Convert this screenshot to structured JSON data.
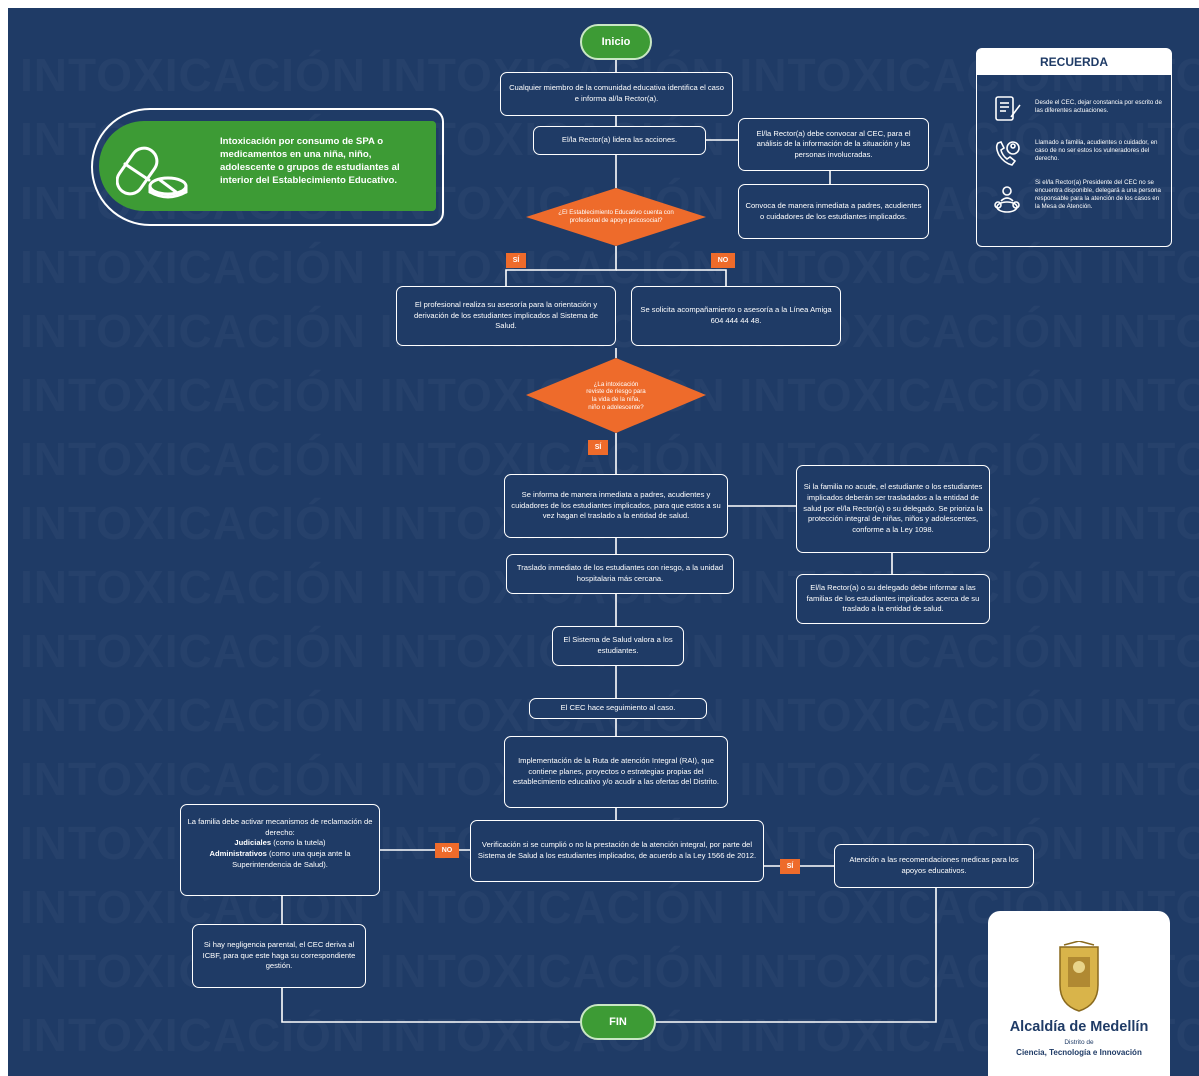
{
  "watermark": {
    "text": "INTOXICACIÓN INTOXICACIÓN INTOXICACIÓN INTOXICACIÓN INTOXICACIÓN"
  },
  "start": "Inicio",
  "end": "FIN",
  "case_title": "Intoxicación por consumo de SPA o medicamentos en una niña, niño, adolescente o grupos de estudiantes al interior del Establecimiento Educativo.",
  "steps": {
    "report": "Cualquier miembro de la comunidad educativa identifica el caso e informa al/la Rector(a).",
    "leads": "El/la Rector(a) lidera las acciones.",
    "convene_cec": "El/la Rector(a) debe convocar al CEC, para el análisis de la información de la situación y las personas involucradas.",
    "convene_parents": "Convoca de manera inmediata a padres, acudientes o cuidadores de los estudiantes implicados.",
    "professional": "El profesional realiza su asesoría para la orientación y derivación de los estudiantes implicados al Sistema de Salud.",
    "linea_amiga": "Se solicita acompañamiento o asesoría a la Línea Amiga 604 444 44 48.",
    "inform_parents": "Se informa de manera inmediata a padres, acudientes y cuidadores de los estudiantes implicados, para que estos a su vez hagan el traslado a la entidad de salud.",
    "family_absent": "Si la familia no acude, el estudiante o los estudiantes implicados deberán ser trasladados a la entidad de salud por el/la Rector(a) o su delegado. Se prioriza la protección integral de niñas, niños y adolescentes, conforme a la Ley 1098.",
    "transfer": "Traslado inmediato de los estudiantes con riesgo, a la unidad hospitalaria más cercana.",
    "inform_families": "El/la Rector(a) o su delegado debe informar a las familias de los estudiantes implicados acerca de su traslado a la entidad de salud.",
    "health_system": "El Sistema de Salud valora a los estudiantes.",
    "follow_up": "El CEC hace seguimiento al caso.",
    "rai": "Implementación de la Ruta de atención Integral (RAI), que contiene planes, proyectos o estrategias propias del establecimiento educativo y/o acudir a las ofertas del Distrito.",
    "verification": "Verificación si se cumplió o no la prestación de la atención integral, por parte del Sistema de Salud a los estudiantes implicados, de acuerdo a la Ley 1566 de 2012.",
    "attention": "Atención a las recomendaciones medicas para los apoyos educativos.",
    "family_claim_pre": "La familia debe activar mecanismos de reclamación de derecho:",
    "family_claim_judicial": "Judiciales",
    "family_claim_judicial_note": "(como la tutela)",
    "family_claim_admin": "Administrativos",
    "family_claim_admin_note": "(como una queja ante la Superintendencia de Salud).",
    "negligence": "Si hay negligencia parental, el CEC deriva al ICBF, para que este haga su correspondiente gestión."
  },
  "decisions": {
    "psychosocial": "¿El Establecimiento Educativo cuenta con profesional de apoyo psicosocial?",
    "risk": "¿La intoxicación reviste de riesgo para la vida de la niña, niño o adolescente?"
  },
  "labels": {
    "yes": "SÍ",
    "no": "NO"
  },
  "recuerda": {
    "title": "RECUERDA",
    "items": [
      {
        "icon": "document-pen-icon",
        "text": "Desde el CEC, dejar constancia por escrito de las diferentes actuaciones."
      },
      {
        "icon": "phone-call-icon",
        "text": "Llamado a familia, acudientes o cuidador, en caso de no ser estos los vulneradores del derecho."
      },
      {
        "icon": "team-delegate-icon",
        "text": "Si el/la Rector(a) Presidente del CEC no se encuentra disponible, delegará a una persona responsable para la atención de los casos en la Mesa de Atención."
      }
    ]
  },
  "logo": {
    "name": "Alcaldía de Medellín",
    "sub1": "Distrito de",
    "sub2": "Ciencia, Tecnología e Innovación"
  },
  "colors": {
    "background": "#1f3b66",
    "green": "#3d9b35",
    "orange": "#ee6b2b",
    "white": "#ffffff"
  }
}
